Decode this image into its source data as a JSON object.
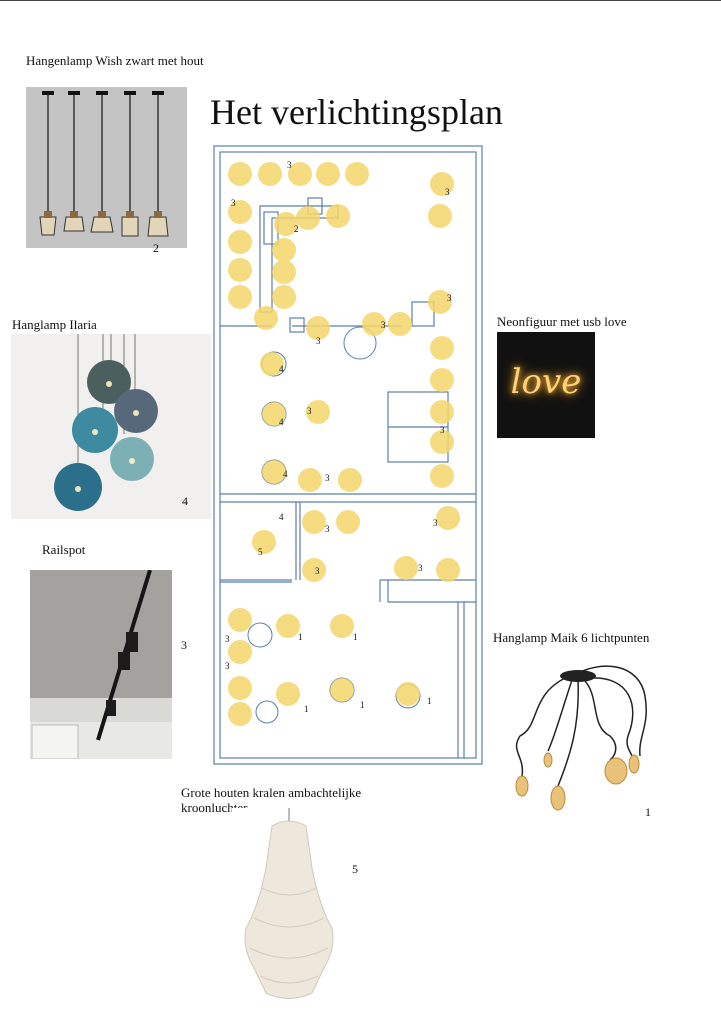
{
  "title": "Het verlichtingsplan",
  "products": [
    {
      "caption": "Hangenlamp Wish zwart met hout",
      "number": "2"
    },
    {
      "caption": "Hanglamp Ilaria",
      "number": "4"
    },
    {
      "caption": "Railspot",
      "number": "3"
    },
    {
      "caption": "Neonfiguur met usb love",
      "neon_text": "love"
    },
    {
      "caption": "Hanglamp Maik 6 lichtpunten",
      "number": "1"
    },
    {
      "caption": "Grote houten kralen ambachtelijke kroonluchter",
      "number": "5"
    }
  ],
  "plan_labels": [
    "3",
    "3",
    "2",
    "3",
    "3",
    "3",
    "3",
    "4",
    "4",
    "3",
    "4",
    "3",
    "3",
    "4",
    "3",
    "5",
    "3",
    "3",
    "3",
    "3",
    "1",
    "1",
    "3",
    "1",
    "1",
    "1"
  ],
  "colors": {
    "plan_line": "#5b7fae",
    "light": "#f5d66b",
    "neon": "#f4b03a"
  }
}
